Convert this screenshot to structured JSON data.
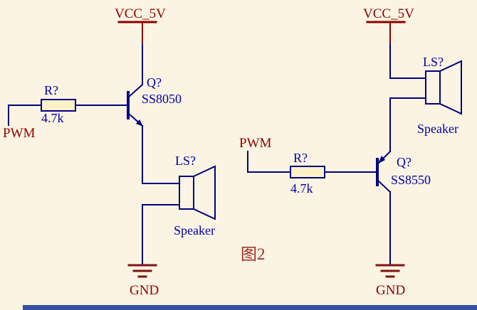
{
  "colors": {
    "background": "#FBF4E2",
    "wire": "#000080",
    "power_label": "#8B0000",
    "designator": "#0000AA",
    "ground_symbol": "#7E1413",
    "border_bar": "#33519E"
  },
  "figure_caption": "图2",
  "left_circuit": {
    "power_label": "VCC_5V",
    "input_label": "PWM",
    "ground_label": "GND",
    "resistor": {
      "designator": "R?",
      "value": "4.7k"
    },
    "transistor": {
      "designator": "Q?",
      "part": "SS8050",
      "type": "NPN"
    },
    "speaker": {
      "designator": "LS?",
      "label": "Speaker"
    }
  },
  "right_circuit": {
    "power_label": "VCC_5V",
    "input_label": "PWM",
    "ground_label": "GND",
    "resistor": {
      "designator": "R?",
      "value": "4.7k"
    },
    "transistor": {
      "designator": "Q?",
      "part": "SS8550",
      "type": "PNP"
    },
    "speaker": {
      "designator": "LS?",
      "label": "Speaker"
    }
  }
}
